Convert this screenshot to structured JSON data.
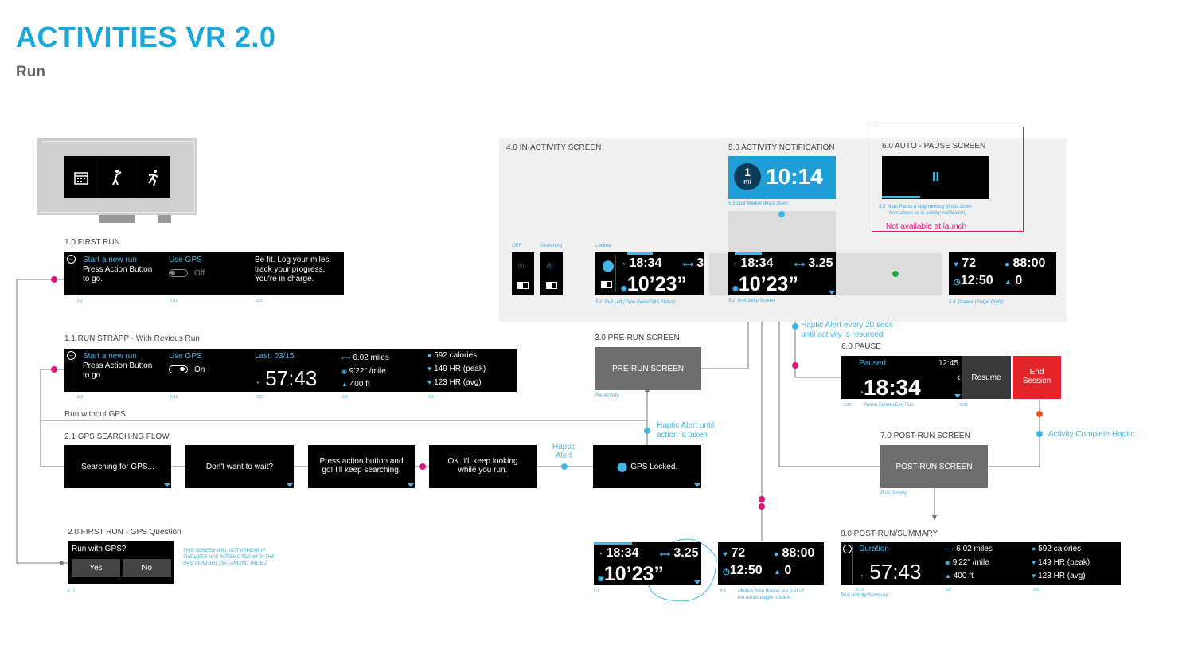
{
  "header": {
    "title": "ACTIVITIES VR 2.0",
    "subtitle": "Run"
  },
  "colors": {
    "accent": "#1aa7d9",
    "flow_dot": "#e0157a",
    "haptic": "#3fb7e9",
    "green": "#1fa84a",
    "end_session": "#e3242b",
    "not_available": "#e0157a"
  },
  "band_icons": [
    "calendar-icon",
    "golf-icon",
    "run-icon"
  ],
  "first_run": {
    "label": "1.0 FIRST  RUN",
    "start_title": "Start a new run",
    "start_body_1": "Press Action Button",
    "start_body_2": "to go.",
    "gps_title": "Use GPS",
    "gps_state": "Off",
    "motto_1": "Be fit. Log your miles,",
    "motto_2": "track your progress.",
    "motto_3": "You're in charge.",
    "ref1": "3.2",
    "ref2": "6.10",
    "ref3": "3.3"
  },
  "run_strapp": {
    "label": "1.1 RUN STRAPP - With Revious Run",
    "start_title": "Start a new run",
    "start_body_1": "Press Action Button",
    "start_body_2": "to go.",
    "gps_title": "Use GPS",
    "gps_state": "On",
    "last_label": "Last: 03/15",
    "duration": "57:43",
    "distance": "6.02 miles",
    "pace": "9'22\" /mile",
    "elevation": "400 ft",
    "calories": "592 calories",
    "hr_peak": "149 HR (peak)",
    "hr_avg": "123 HR (avg)",
    "ref1": "3.2",
    "ref2": "6.10",
    "ref3": "3.11",
    "ref4": "3.6",
    "ref5": "3.6"
  },
  "run_without_gps": "Run without GPS",
  "gps_flow": {
    "label": "2.1 GPS SEARCHING FLOW",
    "s1": "Searching for GPS...",
    "s2": "Don't want to wait?",
    "s3_1": "Press action button and",
    "s3_2": "go! I'll keep searching.",
    "s4_1": "OK. I'll keep looking",
    "s4_2": "while you run.",
    "haptic_1": "Haptic",
    "haptic_2": "Alert",
    "locked": "GPS Locked."
  },
  "gps_question": {
    "label": "2.0 FIRST RUN - GPS Question",
    "question": "Run with GPS?",
    "yes": "Yes",
    "no": "No",
    "note_1": "THIS SCREEN WILL NOT APPEAR IF",
    "note_2": "THE USER HAS INTERACTED WITH THE",
    "note_3": "GPS CONTROL ON LANDING PAGE 2",
    "ref": "6.11"
  },
  "pre_run": {
    "label": "3.0 PRE-RUN SCREEN",
    "box": "PRE-RUN SCREEN",
    "caption": "Pre-Activity",
    "haptic_1": "Haptic Alert until",
    "haptic_2": "action is taken"
  },
  "in_activity": {
    "label": "4.0 IN-ACTIVITY SCREEN",
    "off": "OFF",
    "searching": "Searching",
    "locked": "Locked",
    "time": "18:34",
    "laps": "3",
    "pace": "10’23”",
    "pull_left_ref": "5.2",
    "pull_left": "Pull Left (Time Peek/GPS Status)"
  },
  "notification": {
    "label": "5.0 ACTIVITY NOTIFICATION",
    "mile_num": "1",
    "mile_unit": "mi",
    "time": "10:14",
    "caption_ref": "5.3",
    "caption": "Split Marker drops down"
  },
  "main_screen": {
    "time": "18:34",
    "distance": "3.25",
    "pace": "10’23”",
    "caption_ref": "5.1",
    "caption": "In-Activity Screen"
  },
  "drawer": {
    "hr": "72",
    "calories": "88:00",
    "time": "12:50",
    "elevation": "0",
    "caption_ref": "5.8",
    "caption": "Drawer (Swipe Right)"
  },
  "auto_pause": {
    "label": "6.0 AUTO - PAUSE SCREEN",
    "note_ref": "5.5",
    "note_1": "Auto Pause if stop running (drops down",
    "note_2": "from above as in-activity notification)",
    "not_available": "Not available at launch"
  },
  "haptic_20": {
    "line1": "Haptic Alert every 20 secs",
    "line2": "until activity is resumed"
  },
  "pause": {
    "label": "6.0 PAUSE",
    "paused": "Paused",
    "clock": "12:45",
    "time": "18:34",
    "resume": "Resume",
    "end_1": "End",
    "end_2": "Session",
    "ref1": "5.20",
    "caption": "Pause Screen/End Run",
    "ref2": "5.21"
  },
  "activity_complete": "Activity Complete Haptic",
  "post_run": {
    "label": "7.0 POST-RUN SCREEN",
    "box": "POST-RUN SCREEN",
    "caption": "Post-Activity"
  },
  "summary": {
    "label": "8.0 POST-RUN/SUMMARY",
    "duration_label": "Duration",
    "duration": "57:43",
    "distance": "6.02 miles",
    "pace": "9'22\" /mile",
    "elevation": "400 ft",
    "calories": "592 calories",
    "hr_peak": "149 HR (peak)",
    "hr_avg": "123 HR (avg)",
    "ref1": "3.13",
    "ref2": "3.6",
    "ref3": "3.6",
    "caption": "Post Activity/Summary"
  },
  "toggle_screens": {
    "time": "18:34",
    "distance": "3.25",
    "pace": "10’23”",
    "hr": "72",
    "calories": "88:00",
    "clock": "12:50",
    "elevation": "0",
    "ref1": "5.1",
    "ref2": "5.8",
    "note_1": "Metrics from drawer are part of",
    "note_2": "the metric toggle rotation"
  }
}
